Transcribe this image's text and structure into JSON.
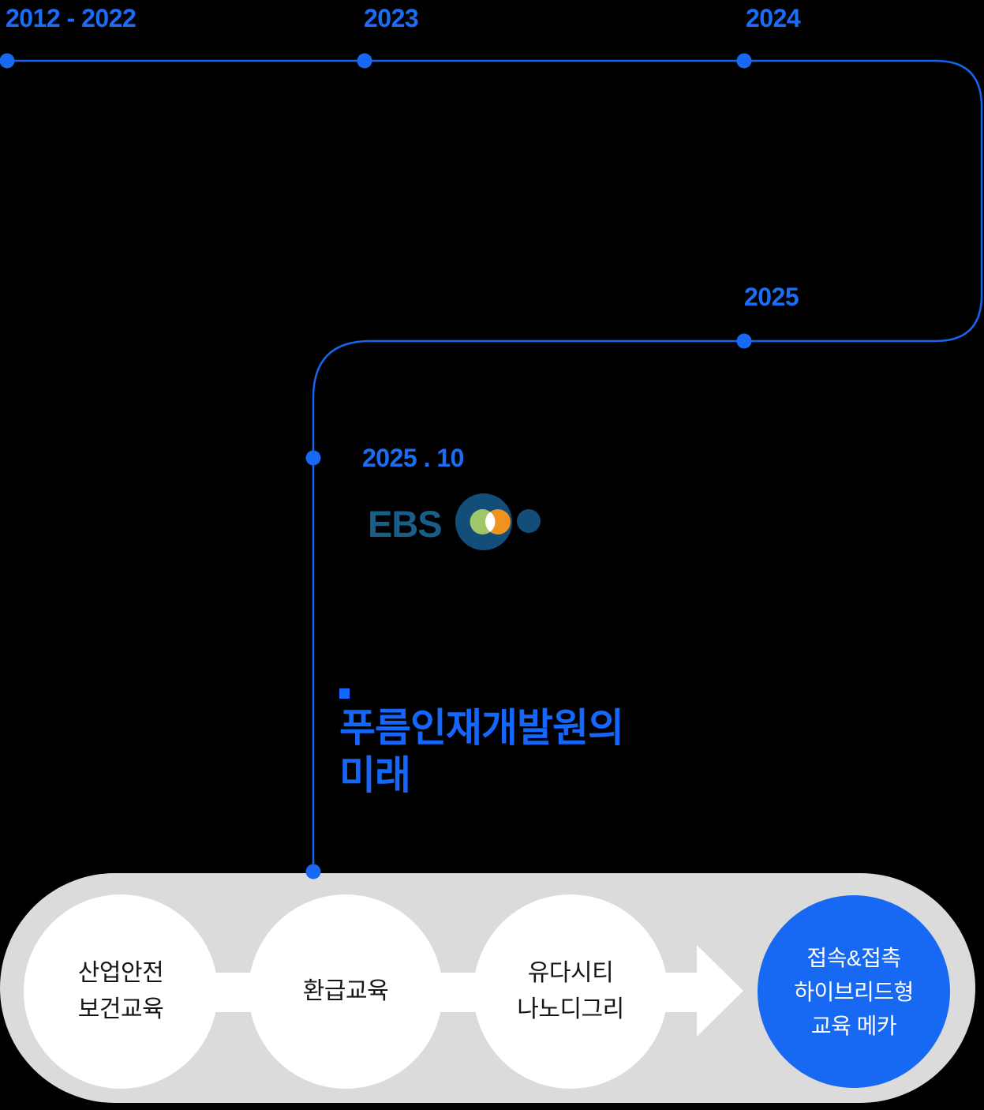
{
  "colors": {
    "background": "#000000",
    "accent_blue": "#1768F2",
    "label_blue": "#1C6DF6",
    "track_gray": "#DBDBDB",
    "ebs_navy": "#134E7A",
    "ebs_green": "#9FC76A",
    "ebs_orange": "#F0921E",
    "step_text_dark": "#151515",
    "step_text_light": "#FFFFFF"
  },
  "timeline": {
    "labels": [
      {
        "text": "2012 - 2022"
      },
      {
        "text": "2023"
      },
      {
        "text": "2024"
      },
      {
        "text": "2025"
      },
      {
        "text": "2025 . 10"
      }
    ]
  },
  "logo": {
    "wordmark": "EBS"
  },
  "title": {
    "text": "푸름인재개발원의\n미래"
  },
  "process": {
    "steps": [
      {
        "text": "산업안전\n보건교육",
        "variant": "white"
      },
      {
        "text": "환급교육",
        "variant": "white"
      },
      {
        "text": "유다시티\n나노디그리",
        "variant": "white"
      },
      {
        "text": "접속&접촉\n하이브리드형\n교육 메카",
        "variant": "blue"
      }
    ]
  }
}
